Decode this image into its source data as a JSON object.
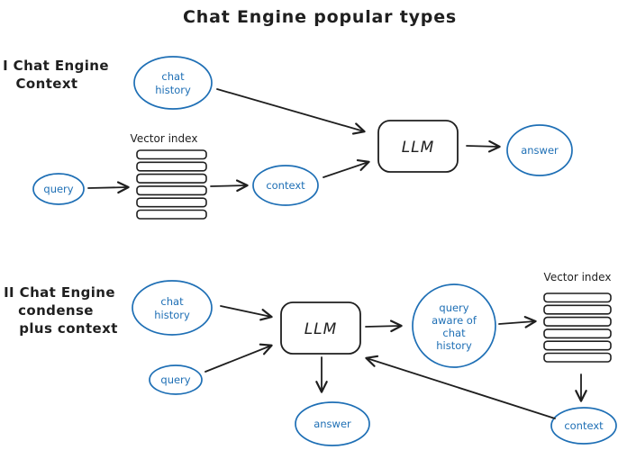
{
  "title": "Chat Engine popular types",
  "colors": {
    "ink": "#1f1f1f",
    "accent": "#1e6fb5",
    "background": "#ffffff"
  },
  "diagram1": {
    "heading": {
      "line1": "I Chat Engine",
      "line2": "Context"
    },
    "nodes": {
      "chat_history": {
        "line1": "chat",
        "line2": "history"
      },
      "query": {
        "label": "query"
      },
      "vector_index": {
        "label": "Vector index",
        "rows": 6
      },
      "context": {
        "label": "context"
      },
      "llm": {
        "label": "LLM"
      },
      "answer": {
        "label": "answer"
      }
    }
  },
  "diagram2": {
    "heading": {
      "line1": "II Chat Engine",
      "line2": "condense",
      "line3": "plus context"
    },
    "nodes": {
      "chat_history": {
        "line1": "chat",
        "line2": "history"
      },
      "query": {
        "label": "query"
      },
      "llm": {
        "label": "LLM"
      },
      "query_aware": {
        "line1": "query",
        "line2": "aware of",
        "line3": "chat",
        "line4": "history"
      },
      "vector_index": {
        "label": "Vector index",
        "rows": 6
      },
      "context": {
        "label": "context"
      },
      "answer": {
        "label": "answer"
      }
    }
  }
}
